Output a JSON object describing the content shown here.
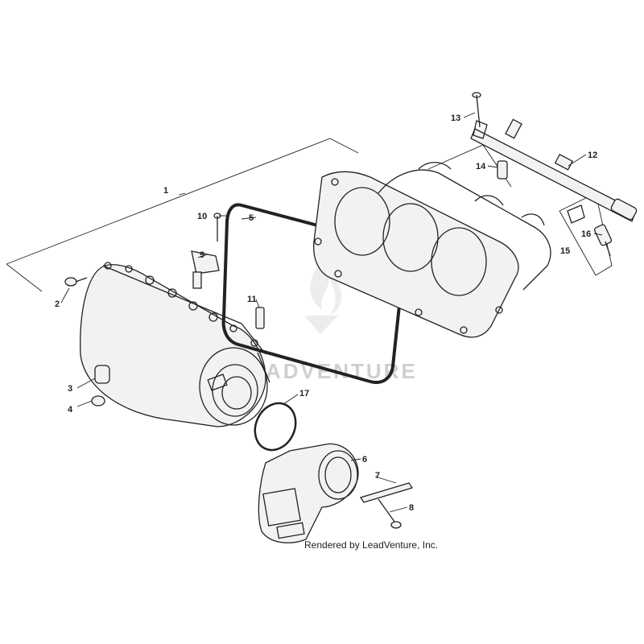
{
  "credit": "Rendered by LeadVenture, Inc.",
  "watermark": "ADVENTURE",
  "callouts": [
    "1",
    "2",
    "3",
    "4",
    "5",
    "6",
    "7",
    "8",
    "9",
    "10",
    "11",
    "12",
    "13",
    "14",
    "15",
    "16",
    "17"
  ]
}
